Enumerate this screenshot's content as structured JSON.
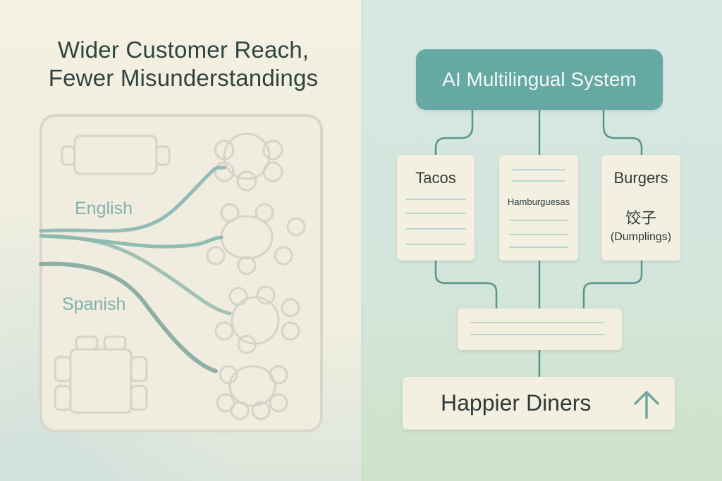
{
  "headline": {
    "line1": "Wider Customer Reach,",
    "line2": "Fewer Misunderstandings"
  },
  "floor_plan": {
    "languages": [
      "English",
      "Spanish"
    ]
  },
  "system": {
    "title": "AI Multilingual System"
  },
  "menu_cards": [
    {
      "title": "Tacos"
    },
    {
      "title": "Hamburguesas"
    },
    {
      "title": "Burgers",
      "native": "饺子",
      "translation": "(Dumplings)"
    }
  ],
  "result": {
    "label": "Happier Diners",
    "icon": "arrow-up-icon"
  },
  "colors": {
    "teal_accent": "#66a8a3",
    "flow_line": "#7fb0aa",
    "card_bg": "#f4f0e1",
    "connector": "#4f8f8a"
  }
}
